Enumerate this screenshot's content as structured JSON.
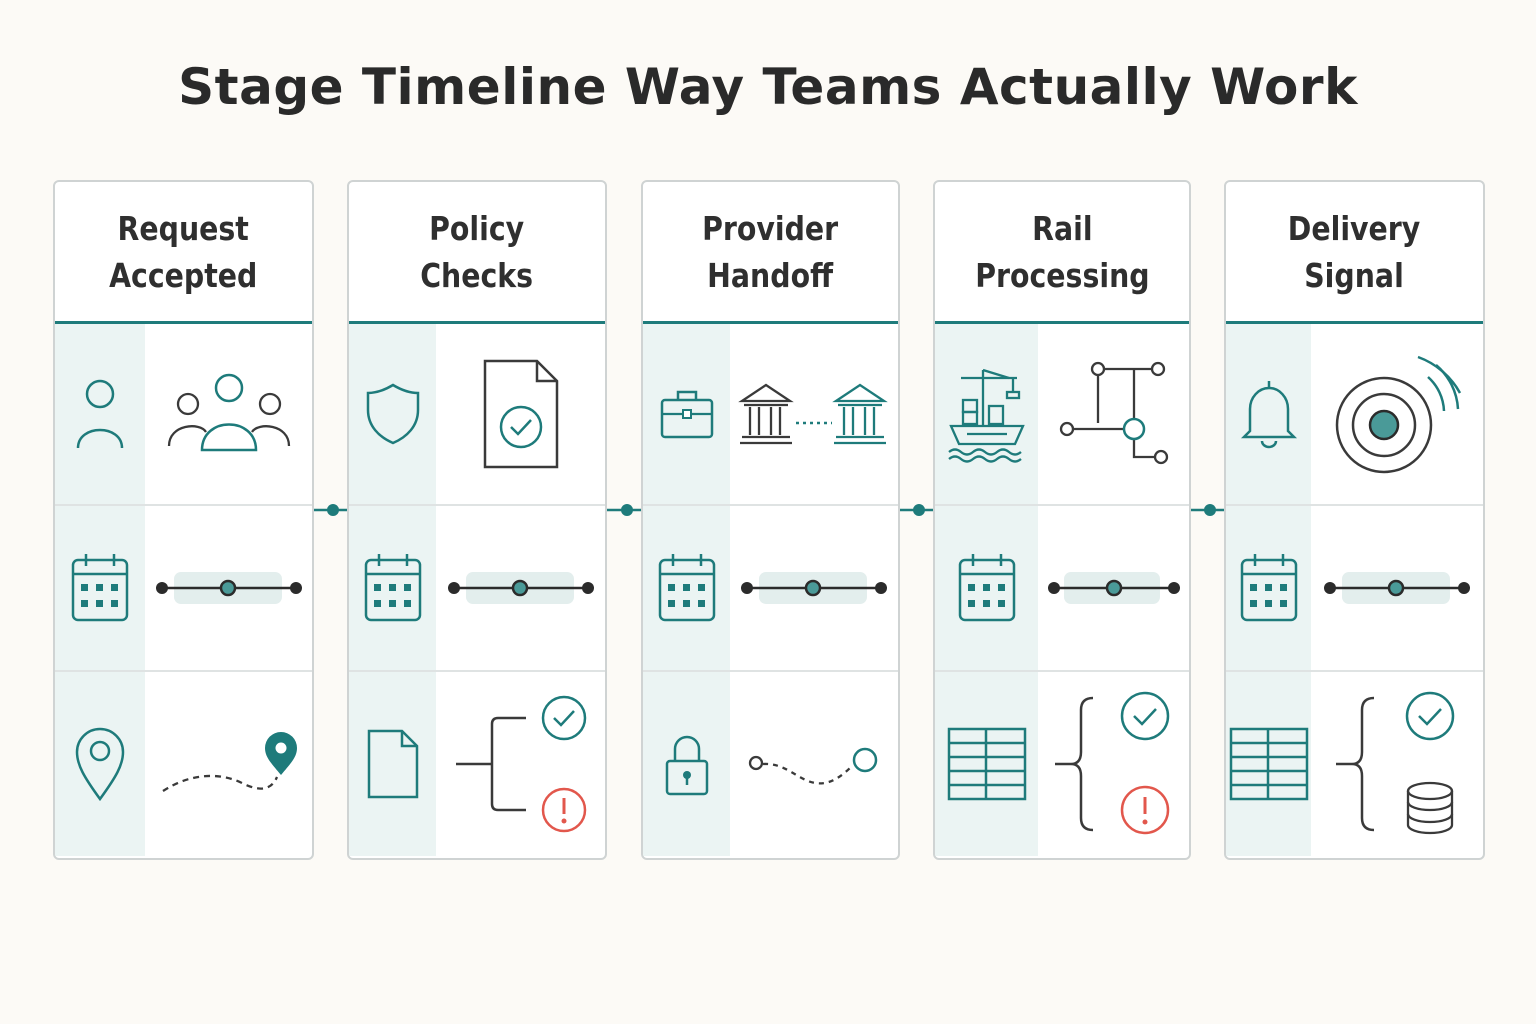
{
  "title": "Stage Timeline Way Teams Actually Work",
  "colors": {
    "teal": "#1e7b7b",
    "teal_fill": "#4a9a98",
    "dark": "#3a3a3a",
    "alert_red": "#e2574c",
    "tint": "#ebf4f3"
  },
  "stages": [
    {
      "title": "Request\nAccepted",
      "rows": [
        {
          "left_icon": "user-icon",
          "right_icon": "team-icon"
        },
        {
          "left_icon": "calendar-icon",
          "right_icon": "timeline-slider-icon"
        },
        {
          "left_icon": "location-pin-icon",
          "right_icon": "route-path-icon"
        }
      ]
    },
    {
      "title": "Policy\nChecks",
      "rows": [
        {
          "left_icon": "shield-icon",
          "right_icon": "document-check-icon"
        },
        {
          "left_icon": "calendar-icon",
          "right_icon": "timeline-slider-icon"
        },
        {
          "left_icon": "document-icon",
          "right_icon": "branch-check-alert-icon"
        }
      ]
    },
    {
      "title": "Provider\nHandoff",
      "rows": [
        {
          "left_icon": "briefcase-icon",
          "right_icon": "bank-transfer-icon"
        },
        {
          "left_icon": "calendar-icon",
          "right_icon": "timeline-slider-icon"
        },
        {
          "left_icon": "lock-icon",
          "right_icon": "dotted-path-icon"
        }
      ]
    },
    {
      "title": "Rail\nProcessing",
      "rows": [
        {
          "left_icon": "cargo-ship-icon",
          "right_icon": "network-nodes-icon"
        },
        {
          "left_icon": "calendar-icon",
          "right_icon": "timeline-slider-icon"
        },
        {
          "left_icon": "table-icon",
          "right_icon": "bracket-check-alert-icon"
        }
      ]
    },
    {
      "title": "Delivery\nSignal",
      "rows": [
        {
          "left_icon": "bell-icon",
          "right_icon": "signal-target-icon"
        },
        {
          "left_icon": "calendar-icon",
          "right_icon": "timeline-slider-icon"
        },
        {
          "left_icon": "table-icon",
          "right_icon": "bracket-check-database-icon"
        }
      ]
    }
  ]
}
